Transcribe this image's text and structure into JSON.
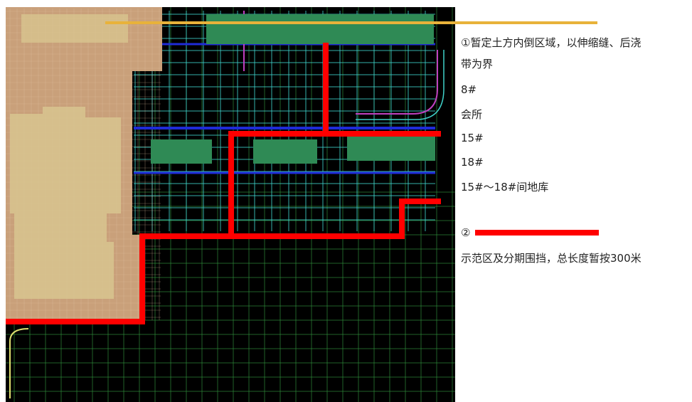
{
  "legend": {
    "item1_line1": "①暂定土方内倒区域，以伸缩缝、后浇",
    "item1_line2": "带为界",
    "label_8": "8#",
    "label_club": "会所",
    "label_15": "15#",
    "label_18": "18#",
    "label_garage": "15#～18#间地库",
    "item2_marker": "②",
    "item2_desc": "示范区及分期围挡，总长度暂按300米"
  },
  "colors": {
    "cad_background": "#000000",
    "earthwork_zone_fill": "#c9a07a",
    "building_fill": "#d8c48f",
    "grid_line": "#3fd0c8",
    "grid_dim": "#2e8a3a",
    "road_blue": "#1f2bd8",
    "building_green": "#2f8a55",
    "hoarding_red": "#ff0000",
    "marker_yellow": "#e8b23a",
    "magenta": "#c040c0"
  }
}
